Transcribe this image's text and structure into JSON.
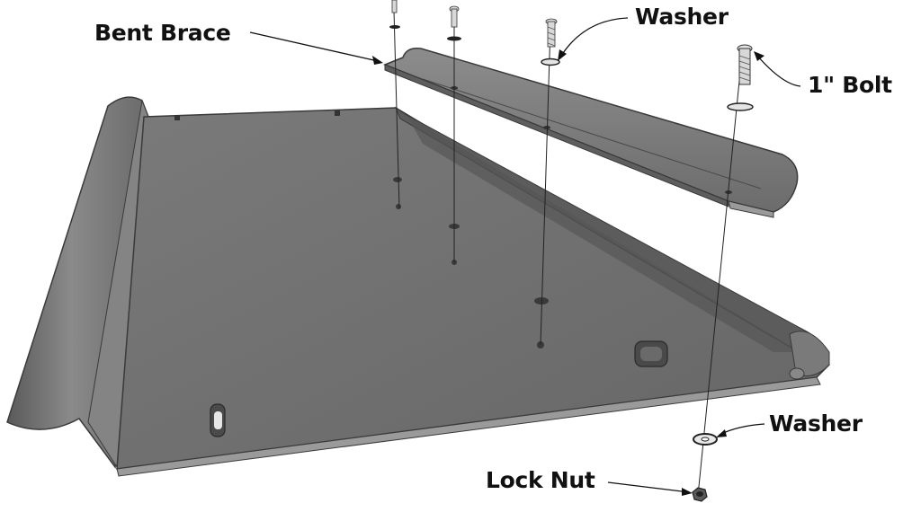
{
  "callouts": {
    "bent_brace": "Bent Brace",
    "washer_top": "Washer",
    "bolt": "1\" Bolt",
    "washer_bottom": "Washer",
    "lock_nut": "Lock Nut"
  },
  "colors": {
    "plate_fill": "#6e6e6e",
    "plate_edge": "#3a3a3a",
    "flange_fill": "#7c7c7c",
    "brace_fill": "#808080",
    "hardware": "#d8d8d8",
    "leader_line": "#111111"
  }
}
